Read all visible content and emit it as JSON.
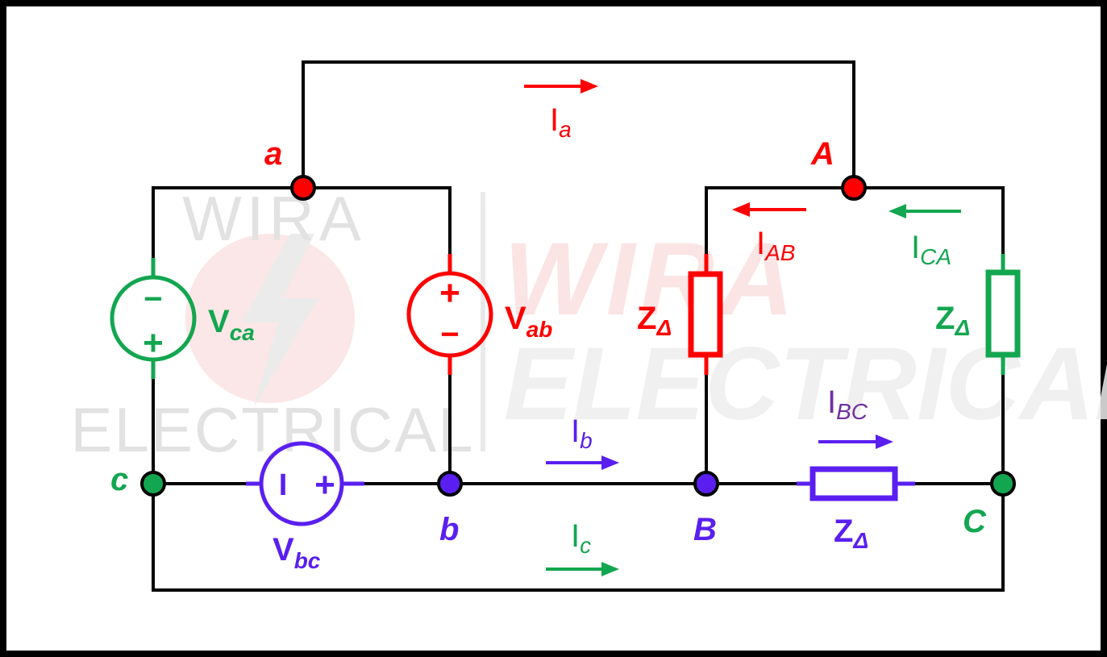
{
  "colors": {
    "wire": "#000000",
    "phase_a": "#ff0000",
    "phase_b": "#5a1ff0",
    "phase_c": "#13a650",
    "bc_current": "#7030a0",
    "watermark": "#dddddd",
    "watermark_red": "#f8c8c8"
  },
  "watermark": {
    "line1": "WIRA",
    "line2": "ELECTRICAL"
  },
  "nodes": {
    "a": "a",
    "b": "b",
    "c": "c",
    "A": "A",
    "B": "B",
    "C": "C"
  },
  "sources": {
    "ab": {
      "main": "V",
      "sub": "ab"
    },
    "bc": {
      "main": "V",
      "sub": "bc"
    },
    "ca": {
      "main": "V",
      "sub": "ca"
    }
  },
  "impedances": {
    "ab": {
      "main": "Z",
      "sub": "Δ"
    },
    "bc": {
      "main": "Z",
      "sub": "Δ"
    },
    "ca": {
      "main": "Z",
      "sub": "Δ"
    }
  },
  "currents": {
    "Ia": {
      "main": "I",
      "sub": "a"
    },
    "Ib": {
      "main": "I",
      "sub": "b"
    },
    "Ic": {
      "main": "I",
      "sub": "c"
    },
    "IAB": {
      "main": "I",
      "sub": "AB"
    },
    "IBC": {
      "main": "I",
      "sub": "BC"
    },
    "ICA": {
      "main": "I",
      "sub": "CA"
    }
  },
  "polarity": {
    "plus": "+",
    "minus": "−",
    "vbc_minus": "I"
  }
}
